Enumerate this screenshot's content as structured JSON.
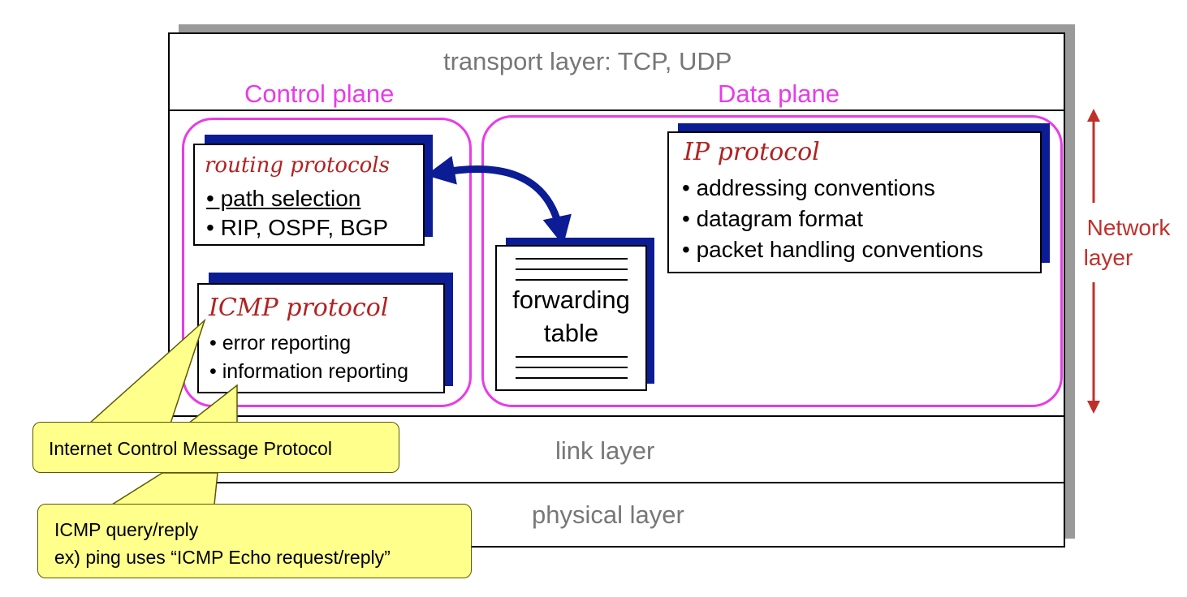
{
  "layers": {
    "transport": "transport layer: TCP, UDP",
    "link": "link layer",
    "physical": "physical layer"
  },
  "planes": {
    "control_title": "Control plane",
    "data_title": "Data plane"
  },
  "routing": {
    "title": "routing protocols",
    "bullets": [
      "• path selection",
      "• RIP, OSPF, BGP"
    ]
  },
  "icmp": {
    "title": "ICMP protocol",
    "bullets": [
      "• error reporting",
      "• information reporting"
    ]
  },
  "forwarding": {
    "line1": "forwarding",
    "line2": "table"
  },
  "ip": {
    "title": "IP protocol",
    "bullets": [
      "• addressing conventions",
      "• datagram format",
      "• packet handling conventions"
    ]
  },
  "network_layer": {
    "line1": "Network",
    "line2": "layer"
  },
  "callouts": {
    "icmp_name": "Internet Control Message Protocol",
    "icmp_query_line1": "ICMP query/reply",
    "icmp_query_line2": "ex) ping uses “ICMP Echo request/reply”"
  },
  "colors": {
    "plane_magenta": "#e83be8",
    "title_red": "#b22222",
    "card_shadow_navy": "#0b1c94",
    "arrow_navy": "#0b1c94",
    "callout_yellow": "#ffff8c",
    "network_arrow_red": "#c0302b"
  }
}
